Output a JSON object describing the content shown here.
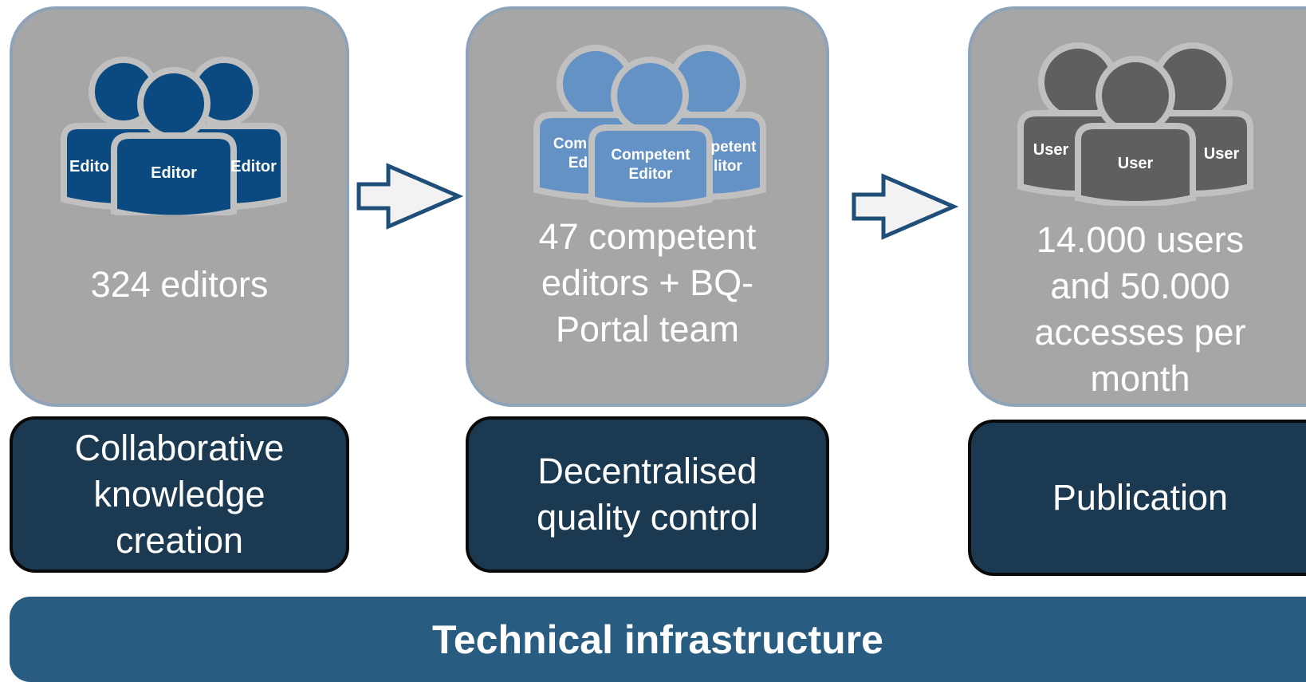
{
  "groups": [
    {
      "count_text": "324 editors",
      "stage_label": "Collaborative\nknowledge\ncreation",
      "icon_labels": [
        "Editor",
        "Editor",
        "Editor"
      ],
      "icon_color": "#0b4a80"
    },
    {
      "count_text": "47 competent\neditors + BQ-\nPortal team",
      "stage_label": "Decentralised\nquality control",
      "icon_labels": [
        "Competent\nEditor",
        "Competent\nEditor",
        "Competent\nEditor"
      ],
      "icon_color": "#6592c4"
    },
    {
      "count_text": "14.000 users\nand 50.000\naccesses per\nmonth",
      "stage_label": "Publication",
      "icon_labels": [
        "User",
        "User",
        "User"
      ],
      "icon_color": "#5f5f5f"
    }
  ],
  "infrastructure_label": "Technical infrastructure",
  "colors": {
    "card": "#a6a6a6",
    "card_border": "#8ea3b8",
    "stage_box": "#1b3a52",
    "infrastructure_bar": "#285c80",
    "arrow_fill": "#f2f2f2",
    "arrow_stroke": "#1f4e79"
  },
  "icons": [
    "editor-group-icon",
    "competent-editor-group-icon",
    "user-group-icon",
    "flow-arrow-icon"
  ]
}
